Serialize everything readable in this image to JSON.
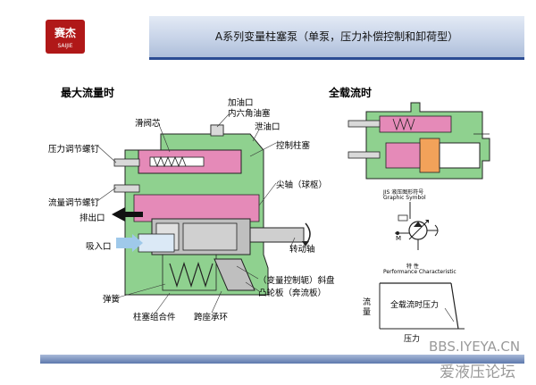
{
  "logo": {
    "text": "赛杰",
    "subtext": "SAIJIE"
  },
  "header": {
    "title": "A系列变量柱塞泵（单泵，压力补偿控制和卸荷型）"
  },
  "left_section": {
    "title": "最大流量时"
  },
  "right_section": {
    "title": "全载流时"
  },
  "labels": {
    "oil_fill": "加油口",
    "hex_plug": "内六角油塞",
    "spool": "滑阀芯",
    "drain": "泄油口",
    "pressure_screw": "压力调节螺钉",
    "control_piston": "控制柱塞",
    "shaft": "尖轴（球枢）",
    "flow_screw": "流量调节螺钉",
    "outlet": "排出口",
    "inlet": "吸入口",
    "rotating_shaft": "转动轴",
    "swash_plate": "（变量控制轭）斜盘",
    "cam_plate": "凸轮板（奔流板）",
    "spring": "弹簧",
    "piston_assembly": "柱塞组合件",
    "seat_ring": "跨座承环"
  },
  "symbol": {
    "title_cn": "JIS 液压图形符号",
    "title_en": "Graphic Symbol",
    "m_label": "M"
  },
  "characteristic": {
    "title_cn": "特  性",
    "title_en": "Performance Characteristic",
    "y_label": "流量",
    "x_label": "压力",
    "curve_label": "全载流时压力"
  },
  "watermark": {
    "url": "BBS.IYEYA.CN",
    "forum": "爱液压论坛"
  },
  "colors": {
    "header_blue": "#2b4c93",
    "pump_green": "#8fd18f",
    "pump_pink": "#e58ab8",
    "pump_gray": "#bfbfbf",
    "arrow_blue": "#9fc9ea"
  }
}
